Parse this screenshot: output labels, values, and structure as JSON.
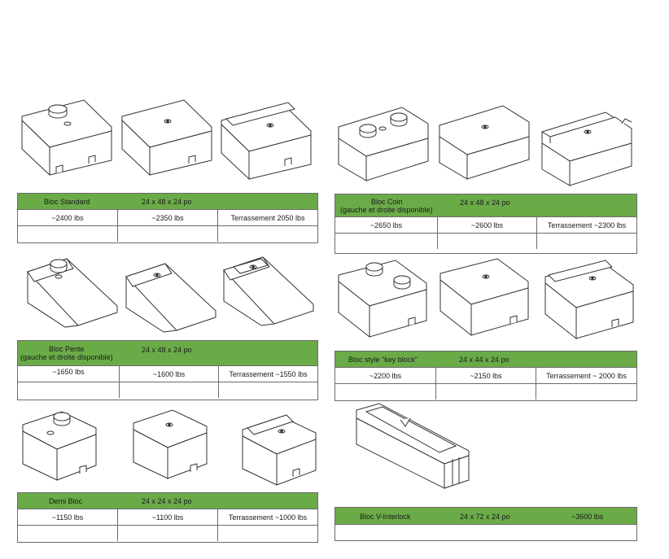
{
  "blocks": [
    {
      "title": "Bloc Standard",
      "subtitle": "",
      "dims": "24 x 48 x 24 po",
      "weights": [
        "~2400 lbs",
        "~2350 lbs",
        "Terrassement   2050 lbs"
      ]
    },
    {
      "title": "Bloc Coin",
      "subtitle": "(gauche et droite disponible)",
      "dims": "24 x 48 x 24 po",
      "weights": [
        "~2650 lbs",
        "~2600 lbs",
        "Terrassement ~2300 lbs"
      ]
    },
    {
      "title": "Bloc Pente",
      "subtitle": "(gauche et droite disponible)",
      "dims": "24 x 48 x 24 po",
      "weights": [
        "~1650 lbs",
        "~1600 lbs",
        "Terrassement ~1550 lbs"
      ]
    },
    {
      "title": "Bloc style \"key block\"",
      "subtitle": "",
      "dims": "24 x 44 x 24 po",
      "weights": [
        "~2200 lbs",
        "~2150 lbs",
        "Terrassement ~ 2000 lbs"
      ]
    },
    {
      "title": "Demi Bloc",
      "subtitle": "",
      "dims": "24 x 24 x 24 po",
      "weights": [
        "~1150 lbs",
        "~1100 lbs",
        "Terrassement ~1000 lbs"
      ]
    },
    {
      "title": "Bloc V-Interlock",
      "subtitle": "",
      "dims": "24 x 72 x 24 po",
      "weight": "~3600 lbs"
    }
  ],
  "drawing_names": {
    "standard_knobs": "block-with-two-knobs-drawing",
    "standard_flat": "flat-top-block-drawing",
    "standard_terrace": "terrace-block-drawing",
    "corner": "corner-block-drawing",
    "slope": "slope-block-drawing",
    "half": "half-block-drawing",
    "vinterlock": "v-interlock-block-drawing"
  }
}
